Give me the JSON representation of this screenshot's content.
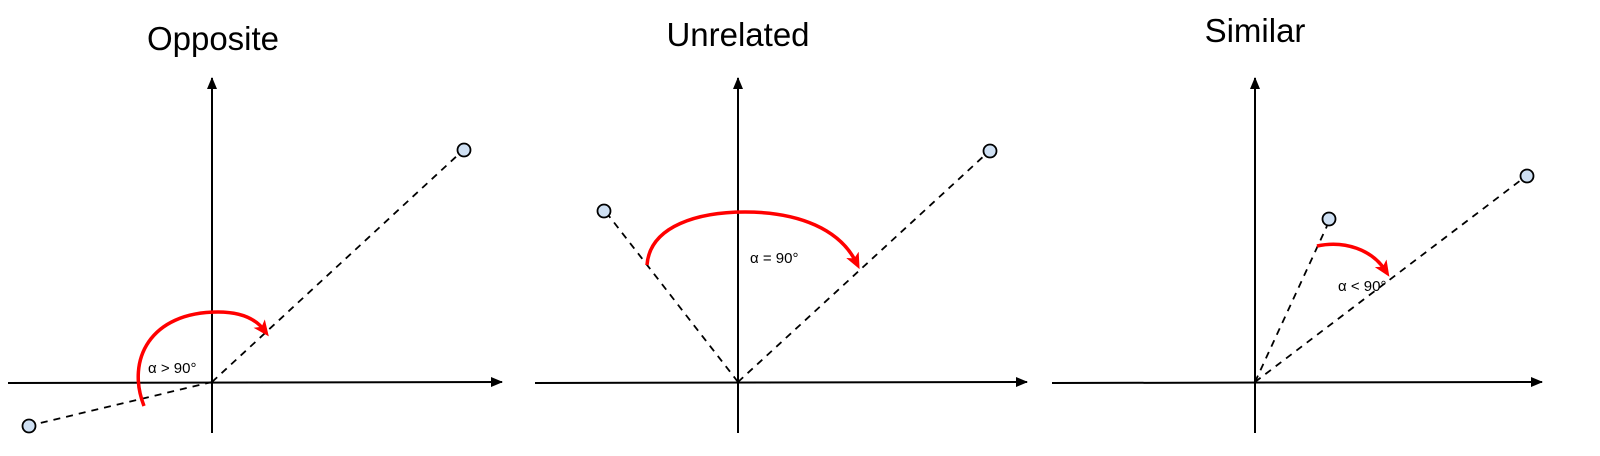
{
  "panels": [
    {
      "title": "Opposite",
      "angle_label": "α > 90°"
    },
    {
      "title": "Unrelated",
      "angle_label": "α = 90°"
    },
    {
      "title": "Similar",
      "angle_label": "α < 90°"
    }
  ],
  "colors": {
    "arc": "#ff0000",
    "point_fill": "#cfe0f3",
    "axis": "#000000"
  }
}
